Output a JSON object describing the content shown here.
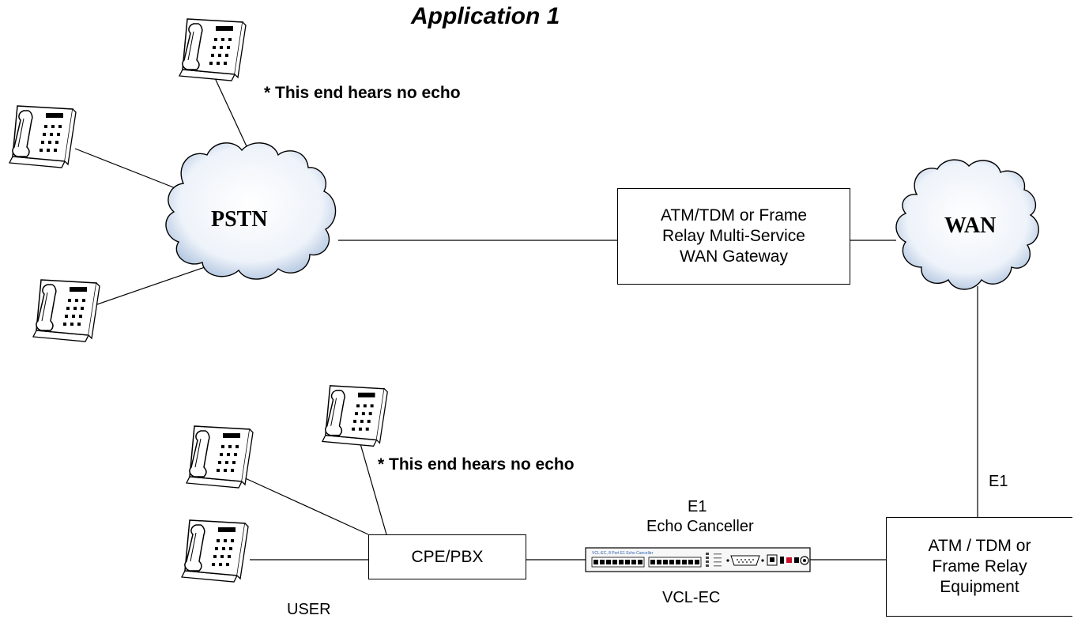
{
  "title": "Application 1",
  "notes": {
    "top": "*  This end hears no echo",
    "bottom": "*  This end hears no echo"
  },
  "clouds": {
    "pstn": "PSTN",
    "wan": "WAN"
  },
  "boxes": {
    "gateway": [
      "ATM/TDM or Frame",
      "Relay Multi-Service",
      "WAN Gateway"
    ],
    "cpe": [
      "CPE/PBX"
    ],
    "equipment": [
      "ATM / TDM or",
      "Frame Relay",
      "Equipment"
    ]
  },
  "labels": {
    "e1_top": "E1",
    "echo_canceller": "Echo Canceller",
    "e1_right": "E1",
    "vcl_ec": "VCL-EC",
    "user": "USER"
  },
  "device": {
    "front_label": "VCL-EC, 8 Port E1 Echo Canceller"
  }
}
